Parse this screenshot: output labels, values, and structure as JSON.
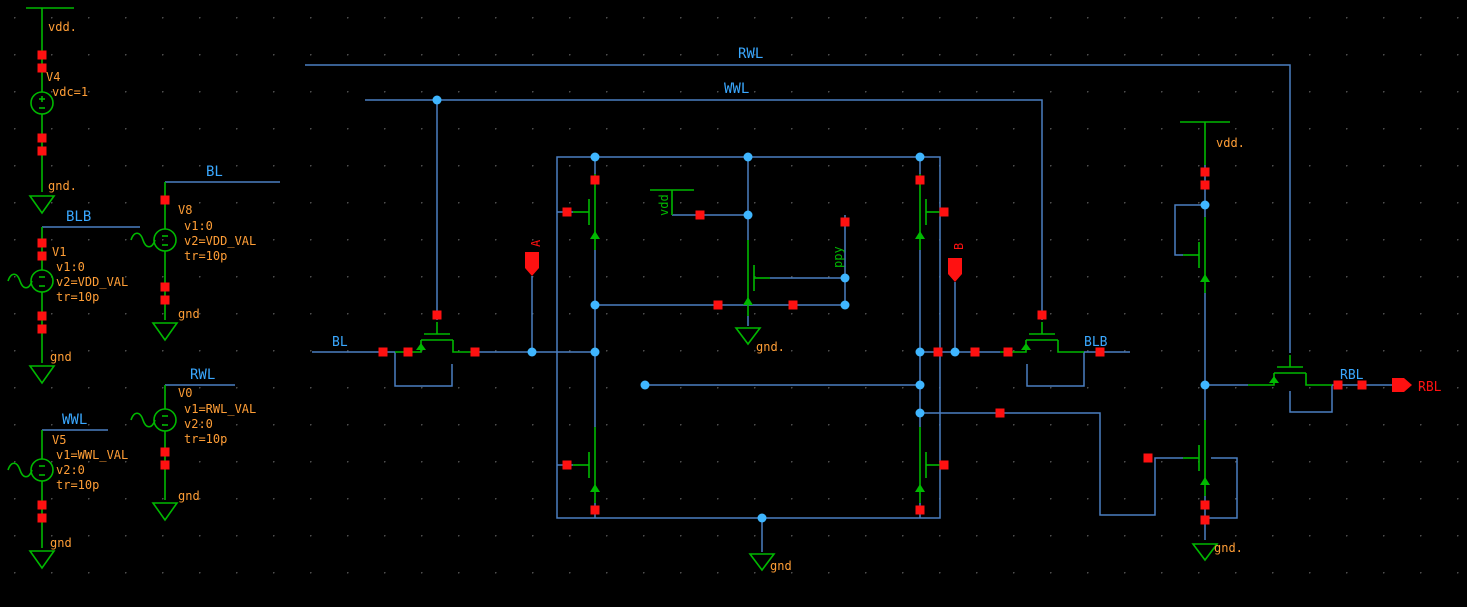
{
  "app": {
    "description": "schematic editor canvas, 8T SRAM cell with stimulus sources"
  },
  "colors": {
    "wire": "#4a7fc1",
    "net_label": "#3aa8ff",
    "device": "#00b800",
    "pin": "#ff1111",
    "annotation": "#ff9e36",
    "junction": "#3fb6ff",
    "grid_dot": "#4d4d4d",
    "background": "#000000"
  },
  "left_panel": {
    "v4": {
      "power_label": "vdd.",
      "name": "V4",
      "param": "vdc=1",
      "gnd_label": "gnd."
    },
    "v1": {
      "net": "BLB",
      "name": "V1",
      "p1": "v1:0",
      "p2": "v2=VDD_VAL",
      "p3": "tr=10p",
      "gnd_label": "gnd"
    },
    "v5": {
      "net": "WWL",
      "name": "V5",
      "p1": "v1=WWL_VAL",
      "p2": "v2:0",
      "p3": "tr=10p",
      "gnd_label": "gnd"
    },
    "v8": {
      "net": "BL",
      "name": "V8",
      "p1": "v1:0",
      "p2": "v2=VDD_VAL",
      "p3": "tr=10p",
      "gnd_label": "gnd"
    },
    "v0": {
      "net": "RWL",
      "name": "V0",
      "p1": "v1=RWL_VAL",
      "p2": "v2:0",
      "p3": "tr=10p",
      "gnd_label": "gnd"
    }
  },
  "cell": {
    "rwl": "RWL",
    "wwl": "WWL",
    "bl": "BL",
    "blb": "BLB",
    "port_a": "A",
    "port_b": "B",
    "vdd_mid": "vdd",
    "ppy": "ppy",
    "gnd_mid": "gnd.",
    "gnd_bottom": "gnd"
  },
  "read_buffer": {
    "vdd": "vdd.",
    "gnd": "gnd.",
    "rbl_net": "RBL",
    "rbl_port": "RBL"
  }
}
